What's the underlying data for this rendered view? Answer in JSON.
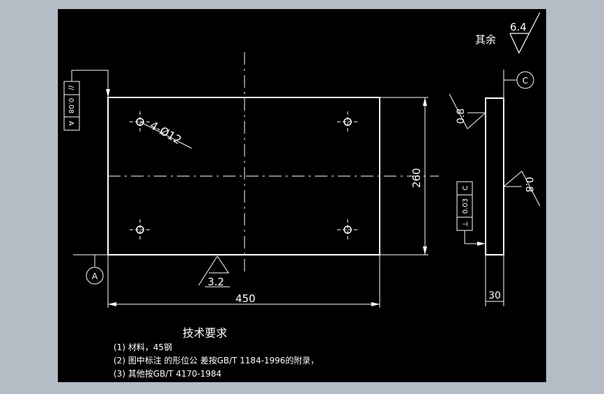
{
  "drawing": {
    "background_color": "#000000",
    "line_color": "#ffffff",
    "roughness_general": "6.4",
    "roughness_general_prefix": "其余",
    "roughness_bottom_edge": "3.2",
    "roughness_side_left": "0.8",
    "roughness_side_right": "0.8",
    "hole_label": "4-Ø12",
    "dim_width": "450",
    "dim_height": "260",
    "dim_thickness": "30",
    "datum_a": "A",
    "datum_c": "C",
    "tolerance_front": {
      "symbol": "//",
      "value": "0.08",
      "datum": "A"
    },
    "tolerance_side": {
      "symbol": "⊥",
      "value": "0.03",
      "datum": "C"
    }
  },
  "notes": {
    "title": "技术要求",
    "items": [
      "(1) 材料，45钢",
      "(2) 图中标注 的形位公 差按GB/T  1184-1996的附录，",
      "(3) 其他按GB/T  4170-1984"
    ]
  }
}
